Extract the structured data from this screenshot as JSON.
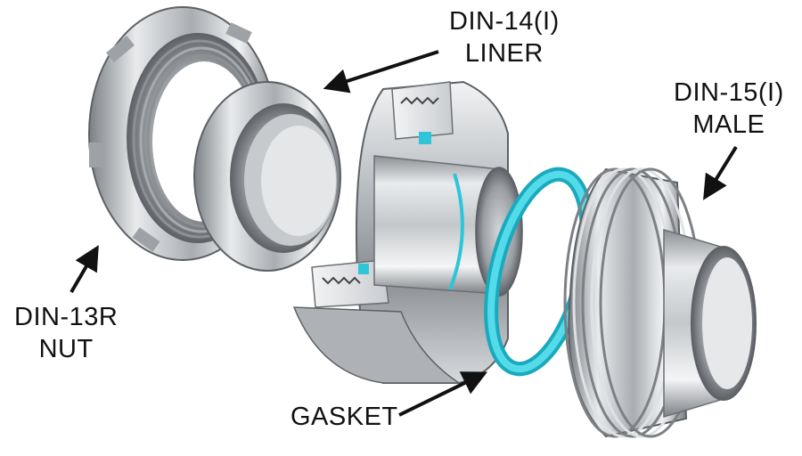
{
  "labels": {
    "liner": {
      "line1": "DIN-14(I)",
      "line2": "LINER"
    },
    "male": {
      "line1": "DIN-15(I)",
      "line2": "MALE"
    },
    "nut": {
      "line1": "DIN-13R",
      "line2": "NUT"
    },
    "gasket": {
      "line1": "GASKET"
    }
  },
  "colors": {
    "steel_light": "#e6e8ea",
    "steel_mid": "#b4b8bc",
    "steel_dark": "#6e7276",
    "gasket": "#2ec5d8",
    "text": "#111111",
    "background": "#ffffff"
  }
}
